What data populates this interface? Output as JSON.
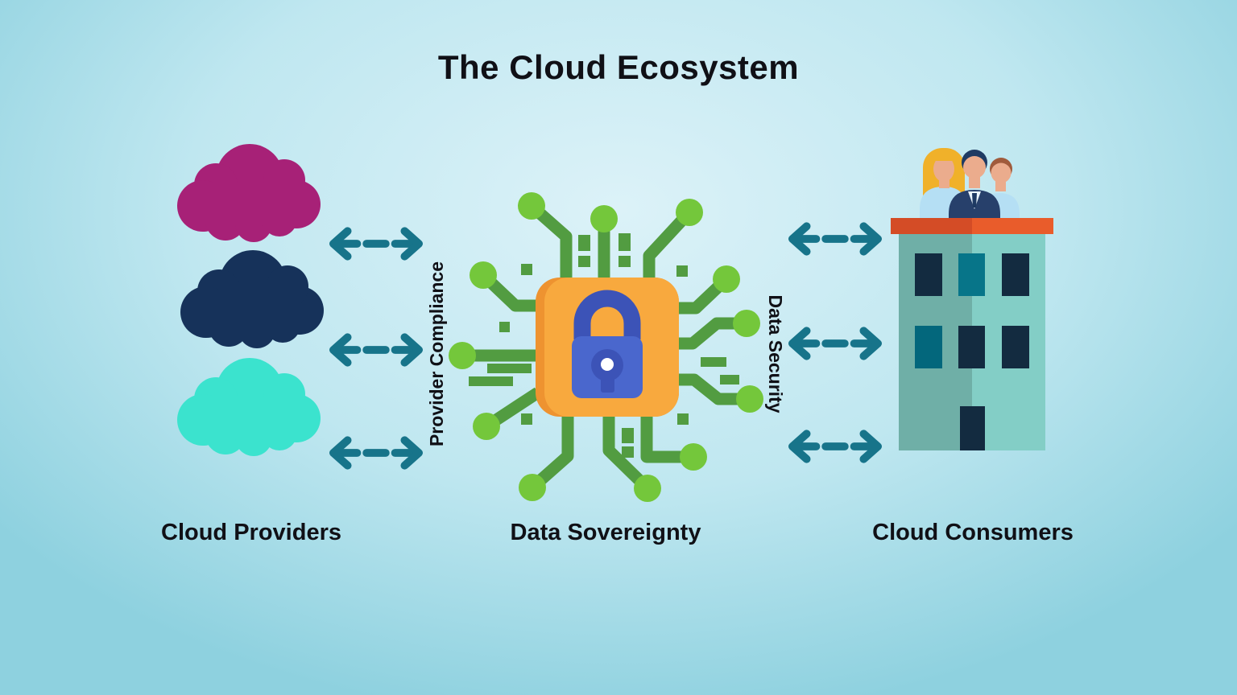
{
  "title": "The Cloud Ecosystem",
  "groups": {
    "providers": {
      "label": "Cloud Providers",
      "icon": "three-clouds-icon"
    },
    "sovereignty": {
      "label": "Data Sovereignty",
      "icon": "circuit-chip-padlock-icon"
    },
    "consumers": {
      "label": "Cloud Consumers",
      "icon": "office-building-with-people-icon"
    }
  },
  "connections": {
    "provider_compliance_label": "Provider Compliance",
    "data_security_label": "Data Security",
    "arrow_style": "dashed-double-headed"
  },
  "colors": {
    "bg-outer": "#8ED1DF",
    "bg-inner": "#DCF2F8",
    "text": "#101016",
    "cloud-magenta": "#A72177",
    "cloud-navy": "#16325A",
    "cloud-turquoise": "#3BE3CE",
    "arrow-teal": "#17748A",
    "circuit-trace": "#529C41",
    "circuit-node": "#74C73B",
    "chip-orange": "#F8A93E",
    "chip-orange-dark": "#EE9330",
    "lock-blue": "#4A67CD",
    "lock-blue-dark": "#3C53B7",
    "building-left": "#6FAFA7",
    "building-right": "#83CEC6",
    "roof-left": "#D44C26",
    "roof-right": "#E95C2B",
    "window-navy": "#132B40",
    "window-teal": "#077589",
    "window-teal-dark": "#03677C",
    "skin": "#EBAC8D",
    "hair-blonde": "#F0B12A",
    "hair-brown": "#A05B3C",
    "hair-navy": "#1E3A63",
    "suit-navy": "#27406B",
    "shirt-blue": "#B5DFF4",
    "shirt-white": "#EAF5FC"
  }
}
